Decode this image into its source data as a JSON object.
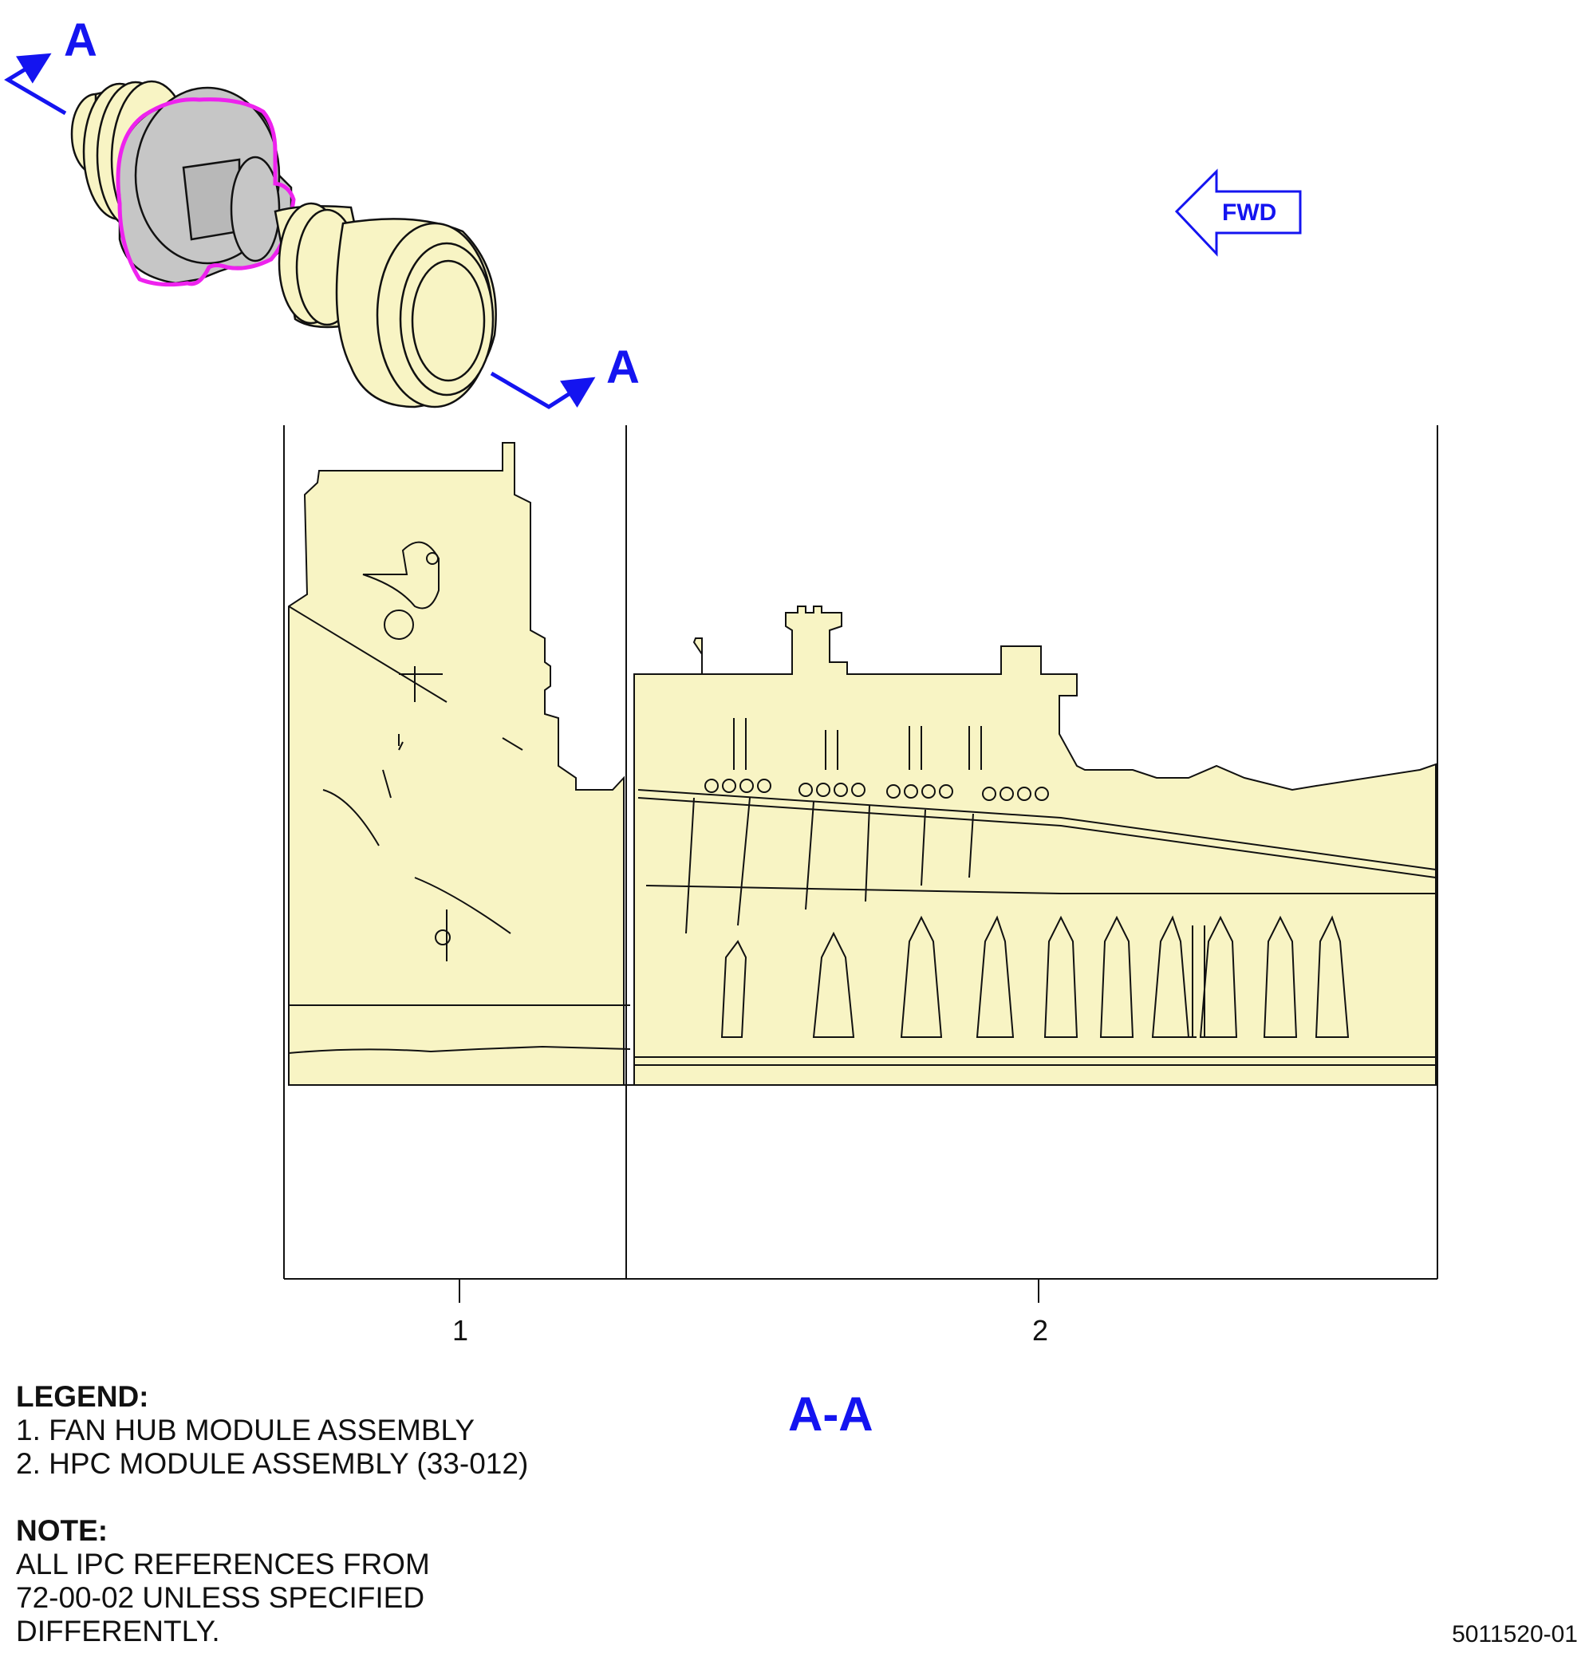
{
  "section_markers": {
    "arrow_letter": "A"
  },
  "fwd_label": "FWD",
  "callouts": [
    "1",
    "2"
  ],
  "section_title": "A-A",
  "legend": {
    "heading": "LEGEND:",
    "items": [
      "1. FAN HUB MODULE ASSEMBLY",
      "2. HPC MODULE ASSEMBLY (33-012)"
    ]
  },
  "note": {
    "heading": "NOTE:",
    "lines": [
      "ALL IPC REFERENCES FROM",
      "72-00-02 UNLESS SPECIFIED",
      "DIFFERENTLY."
    ]
  },
  "figure_id": "5011520-01",
  "colors": {
    "part_fill": "#f8f4c4",
    "highlight_fill": "#c8c8c8",
    "highlight_outline": "#ee22ee",
    "callout_blue": "#1414f0",
    "line": "#111111"
  }
}
